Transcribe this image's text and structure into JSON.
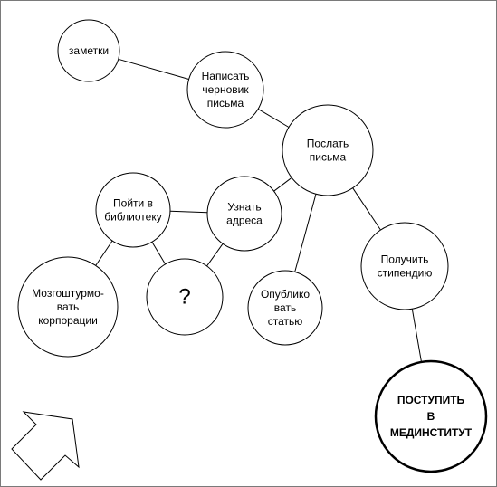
{
  "nodes": {
    "notes": {
      "lines": [
        "заметки"
      ]
    },
    "draft_letter": {
      "lines": [
        "Написать",
        "черновик",
        "письма"
      ]
    },
    "send_letters": {
      "lines": [
        "Послать",
        "письма"
      ]
    },
    "go_to_library": {
      "lines": [
        "Пойти в",
        "библиотеку"
      ]
    },
    "find_addresses": {
      "lines": [
        "Узнать",
        "адреса"
      ]
    },
    "brainstorm_corporations": {
      "lines": [
        "Мозгоштурмо-",
        "вать",
        "корпорации"
      ]
    },
    "unknown_step": {
      "lines": [
        "?"
      ]
    },
    "publish_article": {
      "lines": [
        "Опублико",
        "вать",
        "статью"
      ]
    },
    "get_scholarship": {
      "lines": [
        "Получить",
        "стипендию"
      ]
    },
    "enter_medical_school": {
      "lines": [
        "ПОСТУПИТЬ",
        "В",
        "МЕДИНСТИТУТ"
      ]
    }
  },
  "edges": [
    [
      "notes",
      "draft_letter"
    ],
    [
      "draft_letter",
      "send_letters"
    ],
    [
      "send_letters",
      "find_addresses"
    ],
    [
      "send_letters",
      "publish_article"
    ],
    [
      "send_letters",
      "get_scholarship"
    ],
    [
      "go_to_library",
      "find_addresses"
    ],
    [
      "go_to_library",
      "brainstorm_corporations"
    ],
    [
      "go_to_library",
      "unknown_step"
    ],
    [
      "find_addresses",
      "unknown_step"
    ],
    [
      "get_scholarship",
      "enter_medical_school"
    ]
  ]
}
